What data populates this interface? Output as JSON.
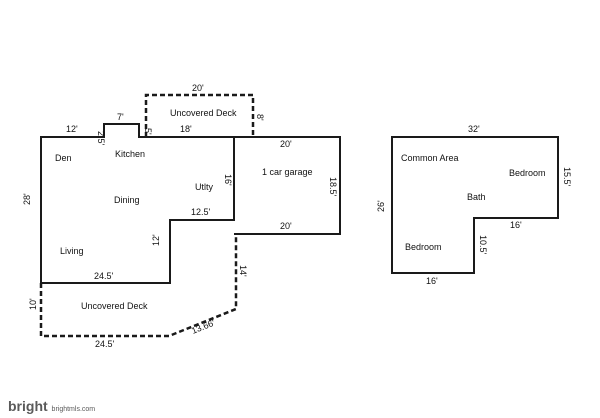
{
  "main_plan": {
    "rooms": {
      "den": "Den",
      "kitchen": "Kitchen",
      "dining": "Dining",
      "utility": "Utlty",
      "living": "Living",
      "garage": "1 car garage",
      "upper_deck": "Uncovered Deck",
      "lower_deck": "Uncovered Deck"
    },
    "dimensions": {
      "top_left": "12'",
      "bump_side": "2.5'",
      "bump_top": "7'",
      "bump_side_right": "5'",
      "deck_top": "20'",
      "deck_right": "8'",
      "deck_bottom": "18'",
      "left_side": "28'",
      "utility_side": "16'",
      "notch_top": "12.5'",
      "notch_side": "12'",
      "living_bottom": "24.5'",
      "garage_top": "20'",
      "garage_right": "18.5'",
      "garage_bottom": "20'",
      "lower_deck_right": "14'",
      "lower_deck_left": "10'",
      "lower_deck_bottom": "24.5'",
      "lower_deck_diagonal": "13.66'"
    }
  },
  "lower_plan": {
    "rooms": {
      "common": "Common Area",
      "bedroom_right": "Bedroom",
      "bath": "Bath",
      "bedroom_left": "Bedroom"
    },
    "dimensions": {
      "top": "32'",
      "right": "15.5'",
      "left": "26'",
      "inner_horizontal": "16'",
      "inner_vertical": "10.5'",
      "bottom": "16'"
    }
  },
  "watermark": {
    "brand": "bright",
    "domain": "brightmls.com"
  }
}
